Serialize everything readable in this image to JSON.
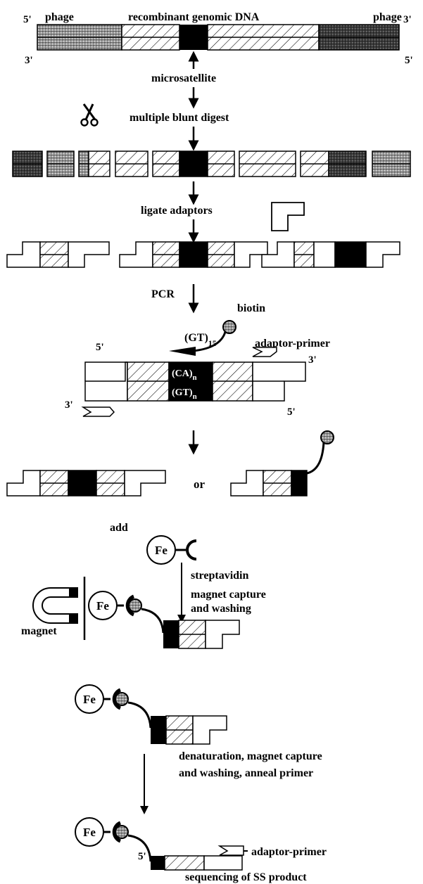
{
  "labels": {
    "five_prime": "5'",
    "three_prime": "3'",
    "phage_left": "phage",
    "phage_right": "phage",
    "recombinant": "recombinant genomic DNA",
    "microsatellite": "microsatellite",
    "multiple_blunt_digest": "multiple blunt digest",
    "ligate_adaptors": "ligate adaptors",
    "pcr": "PCR",
    "biotin": "biotin",
    "gt15": "(GT)",
    "gt15_sub": "15",
    "adaptor_primer": "adaptor-primer",
    "ca_n": "(CA)",
    "gt_n": "(GT)",
    "n_sub": "n",
    "or": "or",
    "add": "add",
    "fe": "Fe",
    "streptavidin": "streptavidin",
    "magnet_capture_1": "magnet capture",
    "magnet_capture_2": "and washing",
    "magnet": "magnet",
    "denat_1": "denaturation, magnet capture",
    "denat_2": "and washing, anneal primer",
    "adaptor_primer_2": "adaptor-primer",
    "sequencing": "sequencing of SS product"
  },
  "icons": {
    "scissors": "scissors-icon",
    "magnet": "magnet-icon",
    "biotin": "biotin-bead-icon",
    "streptavidin": "streptavidin-icon",
    "iron_bead": "iron-bead-icon"
  }
}
